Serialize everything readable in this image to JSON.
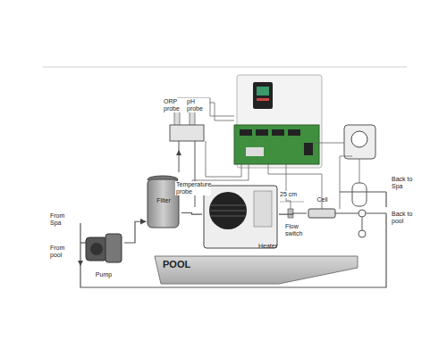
{
  "diagram": {
    "nodes": [
      {
        "text": [
          "Filter"
        ]
      },
      {
        "text": [
          "Pump"
        ]
      },
      {
        "text": [
          "Heater"
        ]
      },
      {
        "text": [
          "Cell"
        ]
      },
      {
        "text": [
          "POOL"
        ]
      }
    ],
    "edges": [
      {
        "from": 1,
        "to": 0,
        "arrow": "to"
      },
      {
        "from": 0,
        "to": 2,
        "arrow": "none"
      },
      {
        "from": 2,
        "to": 3,
        "arrow": "none"
      }
    ],
    "labels": [
      "ORP probe",
      "pH probe",
      "Temperature probe",
      "25 cm",
      "Flow switch",
      "Back to Spa",
      "Back to pool",
      "From Spa",
      "From pool"
    ]
  }
}
